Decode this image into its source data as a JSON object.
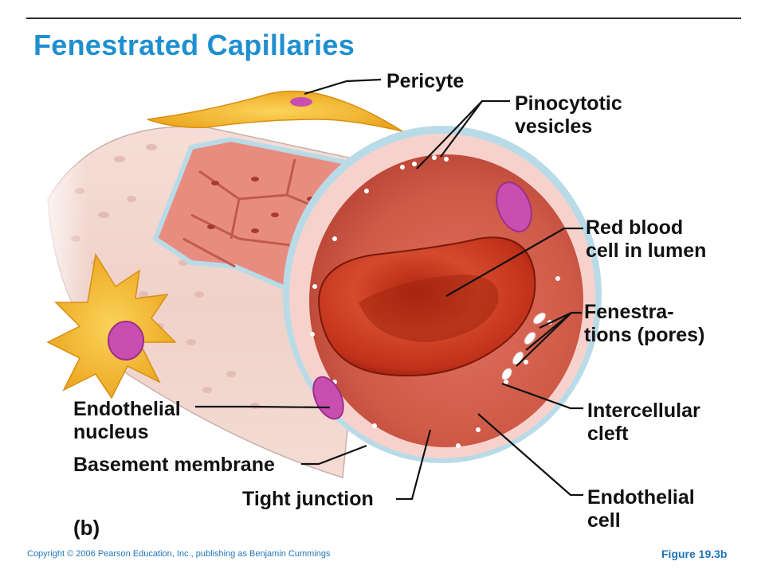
{
  "title": "Fenestrated Capillaries",
  "labels": {
    "pericyte": "Pericyte",
    "pinocytotic_vesicles": "Pinocytotic\nvesicles",
    "red_blood_cell": "Red blood\ncell in lumen",
    "fenestrations": "Fenestra-\ntions (pores)",
    "intercellular_cleft": "Intercellular\ncleft",
    "endothelial_cell": "Endothelial\ncell",
    "endothelial_nucleus": "Endothelial\nnucleus",
    "basement_membrane": "Basement membrane",
    "tight_junction": "Tight junction"
  },
  "panel_letter": "(b)",
  "footer": {
    "copyright": "Copyright © 2006 Pearson Education, Inc., publishing as Benjamin Cummings",
    "figure": "Figure 19.3b"
  },
  "colors": {
    "title": "#1f8fcf",
    "footer": "#1f75b8",
    "vessel_wall": "#f0c8c0",
    "lumen": "#d9685a",
    "red_blood_cell": "#c8321e",
    "nucleus": "#c84fb0",
    "pericyte": "#f2b12a"
  }
}
